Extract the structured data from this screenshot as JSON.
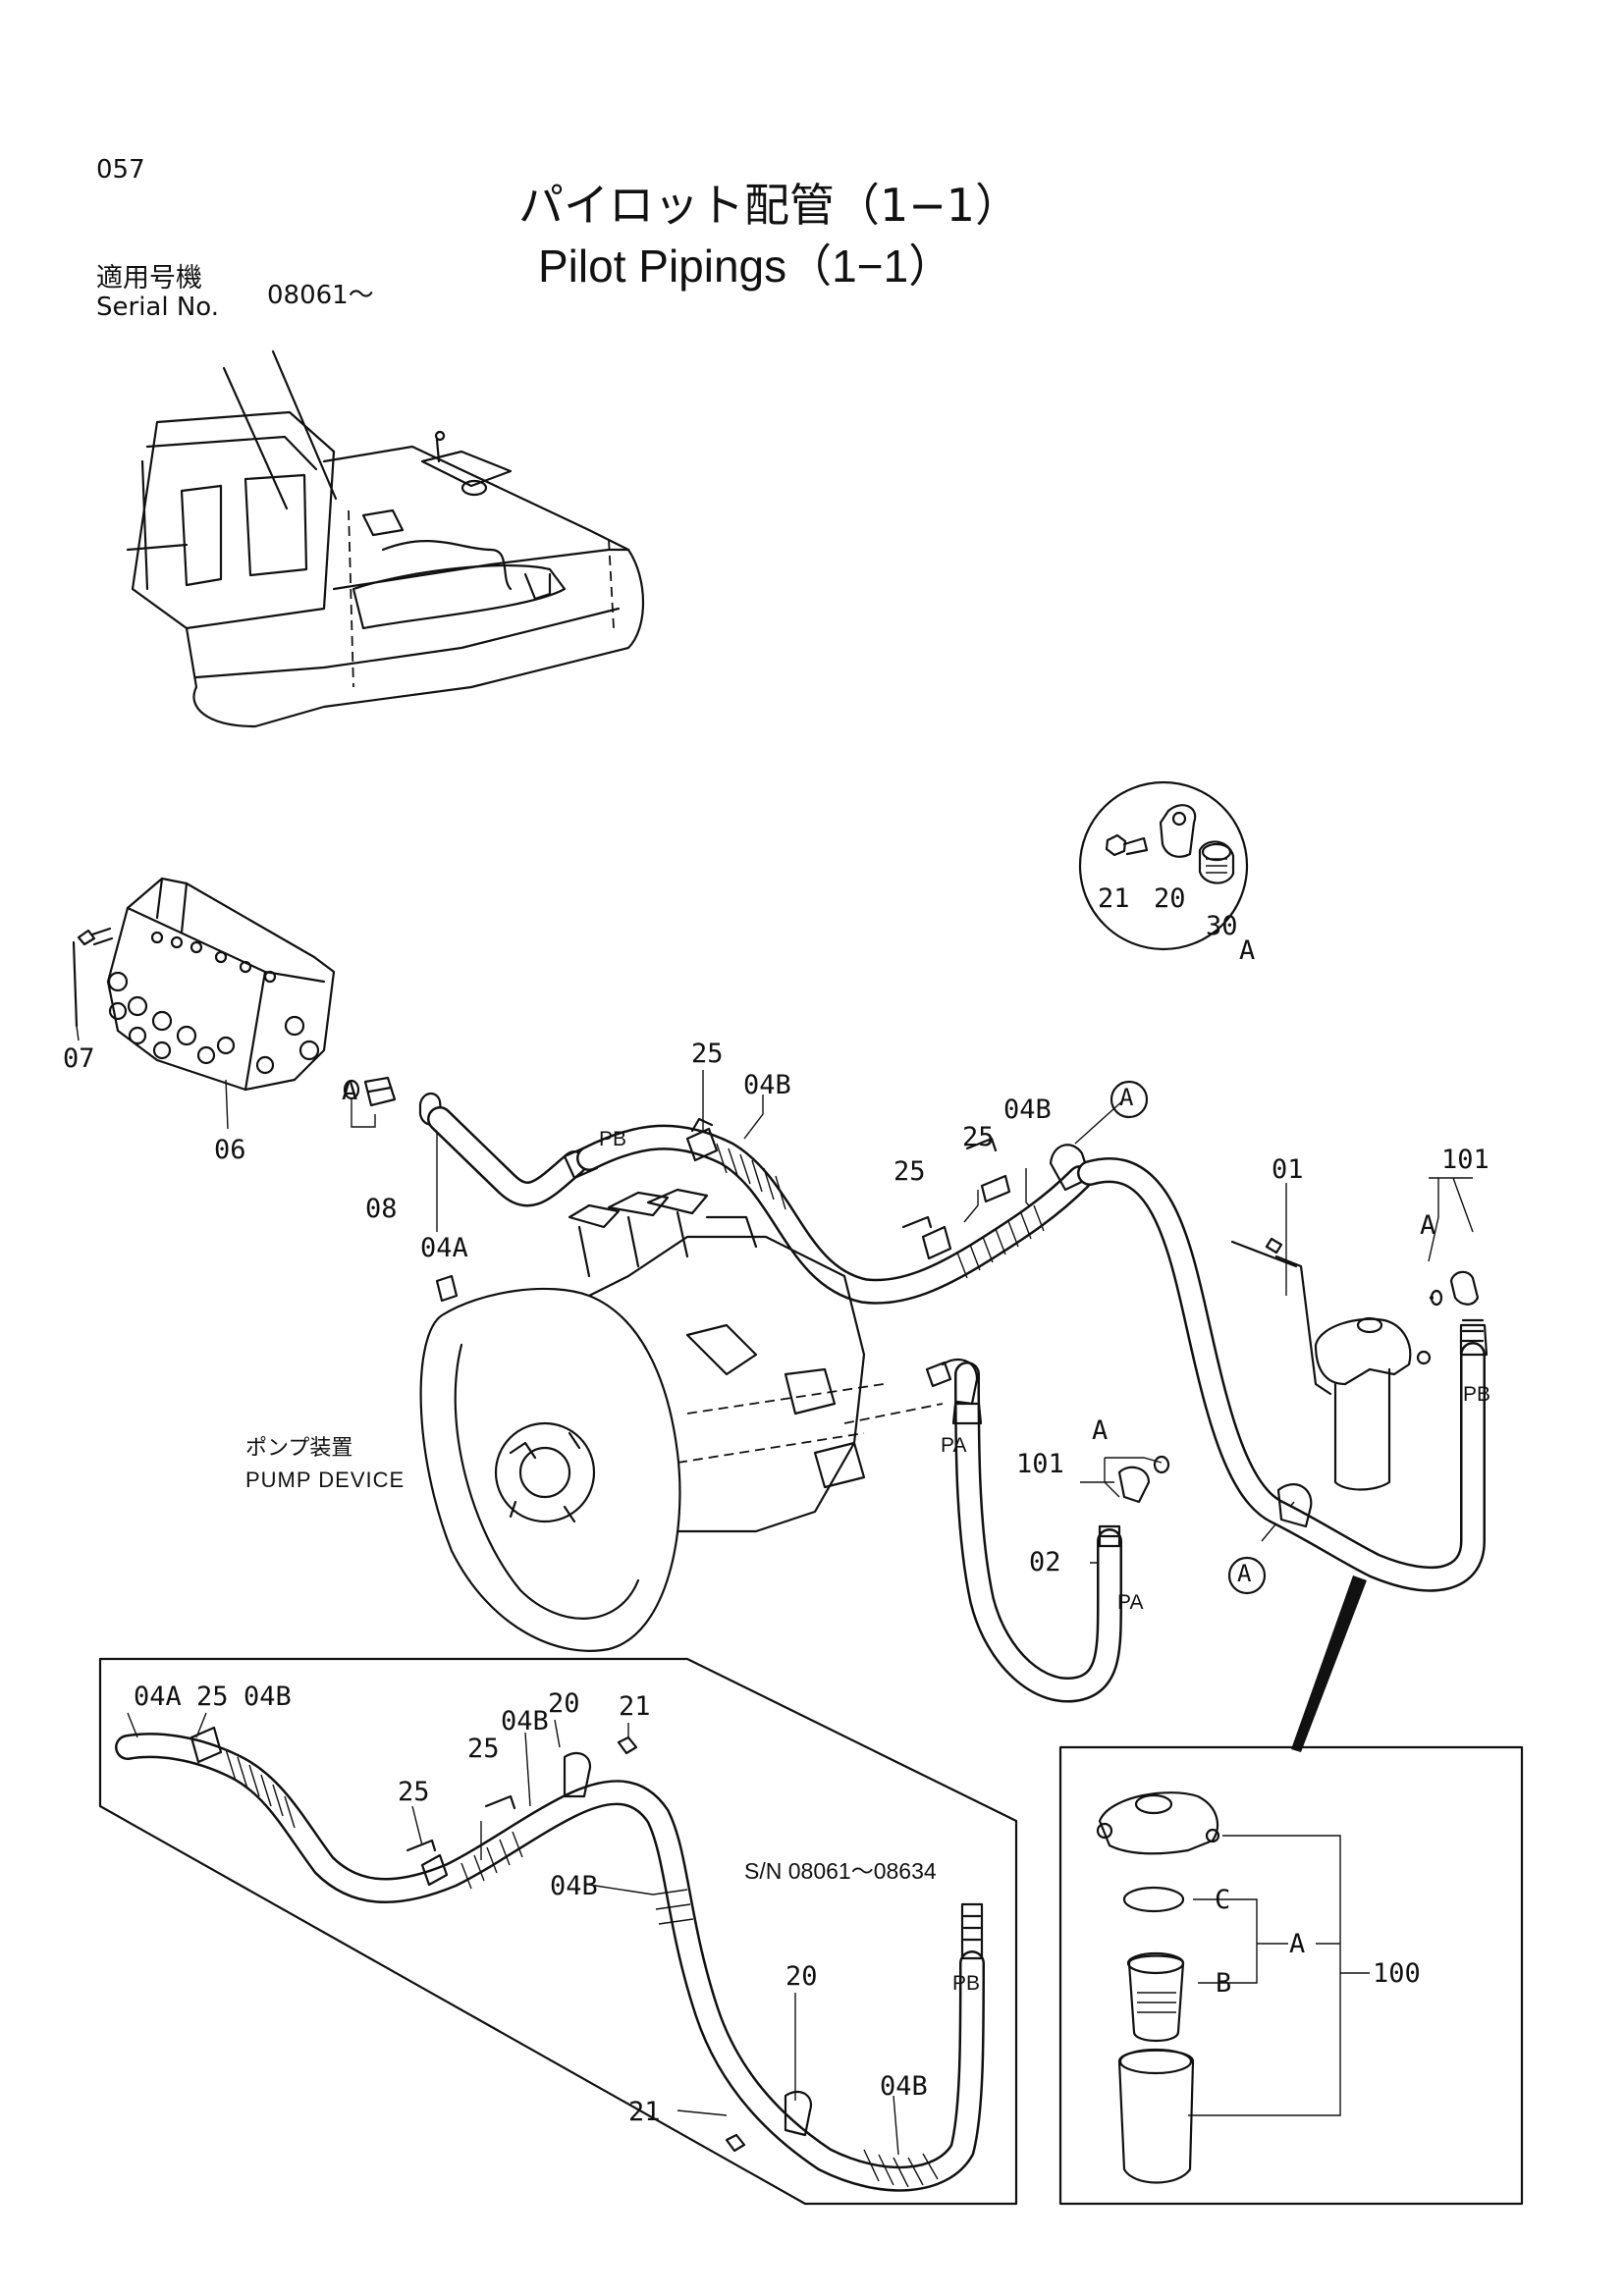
{
  "header": {
    "page_number": "057",
    "title_ja": "パイロット配管（1−1）",
    "title_en": "Pilot Pipings（1−1）",
    "serial_label_ja": "適用号機",
    "serial_label_en": "Serial No.",
    "serial_value": "08061～"
  },
  "callouts": {
    "c07": "07",
    "c06": "06",
    "c08": "08",
    "cA1": "A",
    "c04A": "04A",
    "c25a": "25",
    "c04Ba": "04B",
    "cPBa": "PB",
    "c25b": "25",
    "c25c": "25",
    "c04Bb": "04B",
    "cA_circle1": "A",
    "cA_circle2": "A",
    "c01": "01",
    "c101a": "101",
    "cA2": "A",
    "cPBb": "PB",
    "c101b": "101",
    "cA3": "A",
    "cPA1": "PA",
    "c02": "02",
    "cPA2": "PA",
    "detail_21": "21",
    "detail_20": "20",
    "detail_30": "30",
    "detail_A": "A"
  },
  "pump_label": {
    "ja": "ポンプ装置",
    "en": "PUMP DEVICE"
  },
  "inset_left": {
    "serial_range": "S/N 08061～08634",
    "i04A": "04A",
    "i25a": "25",
    "i04Ba": "04B",
    "i20a": "20",
    "i21a": "21",
    "i04Bb": "04B",
    "i25b": "25",
    "i25c": "25",
    "i04Bc": "04B",
    "i20b": "20",
    "i21b": "21",
    "i04Bd": "04B",
    "iPB": "PB"
  },
  "inset_filter": {
    "C": "C",
    "A": "A",
    "B": "B",
    "n100": "100"
  }
}
